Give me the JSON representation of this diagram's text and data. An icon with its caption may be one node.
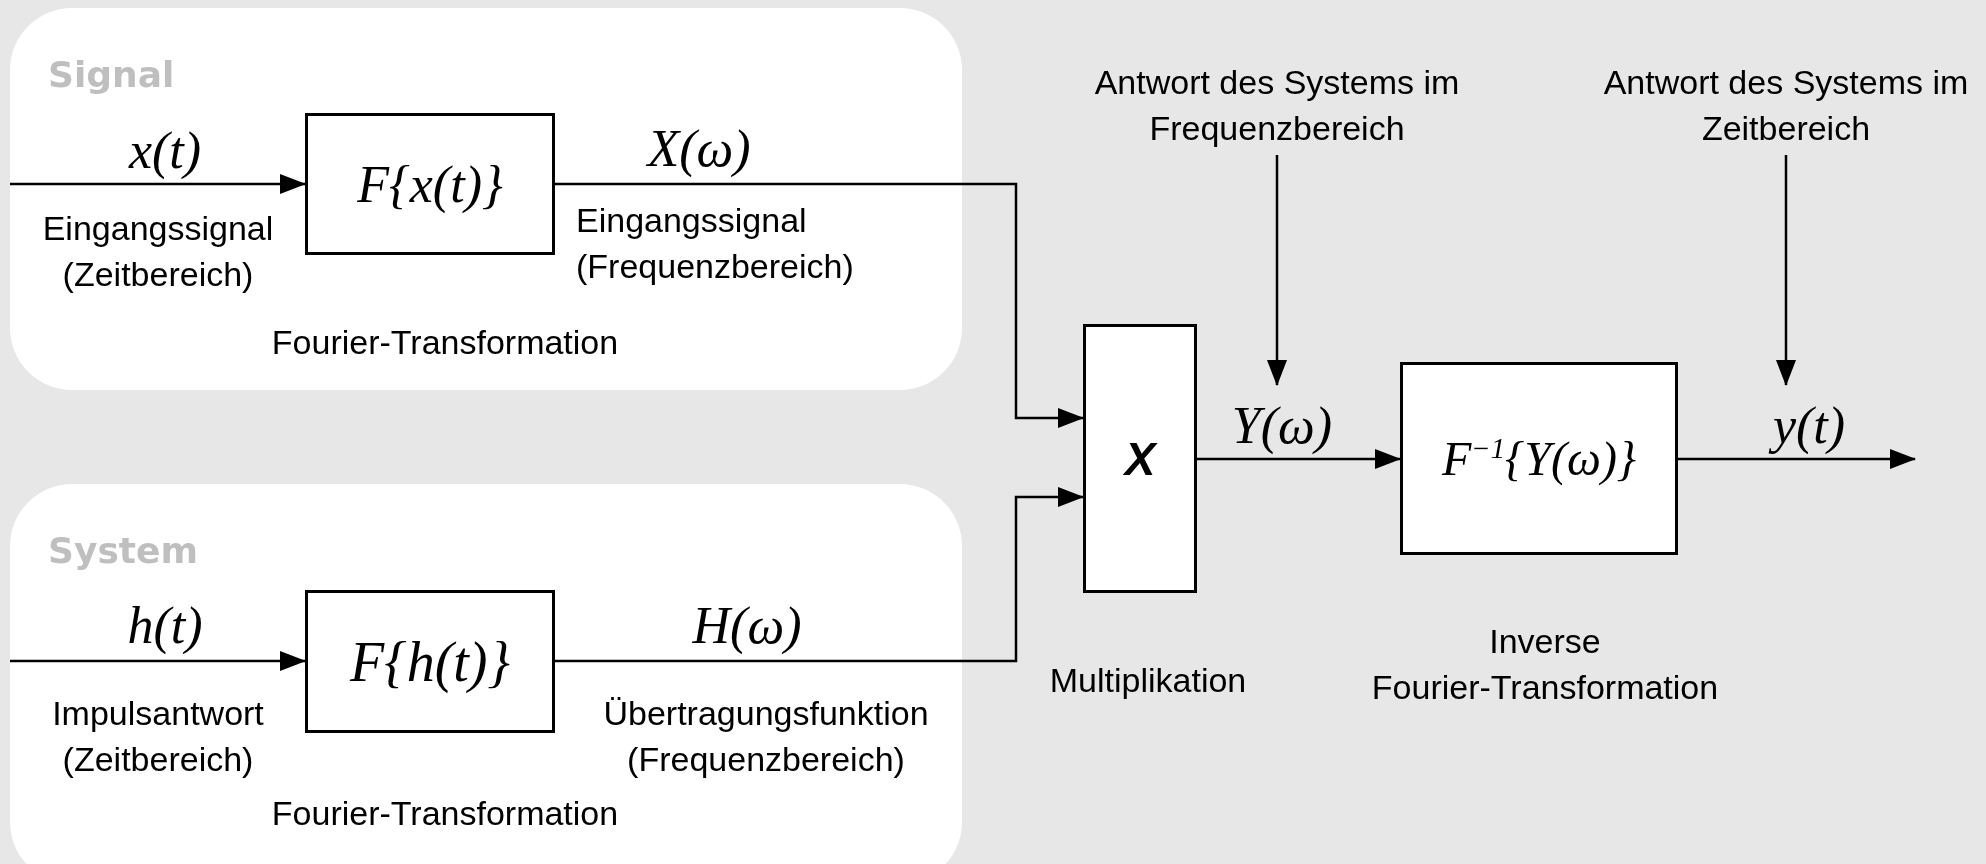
{
  "diagram": {
    "nodes": [
      {
        "text": [
          "Signal"
        ]
      },
      {
        "text": [
          "F{x(t)}"
        ],
        "in": 0,
        "beside": [
          "Fourier-Transformation"
        ]
      },
      {
        "text": [
          "System"
        ]
      },
      {
        "text": [
          "F{h(t)}"
        ],
        "in": 2,
        "beside": [
          "Fourier-Transformation"
        ]
      },
      {
        "text": [
          "X"
        ],
        "beside": [
          "Multiplikation"
        ]
      },
      {
        "text": [
          "F$^{−1}${Y(ω)}"
        ],
        "beside": [
          "Inverse Fourier-Transformation"
        ]
      },
      {
        "text": [
          "Antwort des Systems im Frequenzbereich"
        ]
      },
      {
        "text": [
          "Antwort des Systems im Zeitbereich"
        ]
      }
    ],
    "edges": [
      {
        "from": null,
        "to": 1,
        "arrow": "to",
        "label": "x(t)"
      },
      {
        "from": 1,
        "to": 4,
        "arrow": "to",
        "label": "X(ω)"
      },
      {
        "from": null,
        "to": 3,
        "arrow": "to",
        "label": "h(t)"
      },
      {
        "from": 3,
        "to": 4,
        "arrow": "to",
        "label": "H(ω)"
      },
      {
        "from": 4,
        "to": 5,
        "arrow": "to",
        "label": "Y(ω)"
      },
      {
        "from": 5,
        "to": null,
        "arrow": "to",
        "label": "y(t)"
      },
      {
        "from": 6,
        "to": null,
        "arrow": "to"
      },
      {
        "from": 7,
        "to": null,
        "arrow": "to"
      }
    ],
    "labels": [
      "Eingangssignal (Zeitbereich)",
      "Eingangssignal (Frequenzbereich)",
      "Impulsantwort (Zeitbereich)",
      "Übertragungsfunktion (Frequenzbereich)"
    ]
  }
}
